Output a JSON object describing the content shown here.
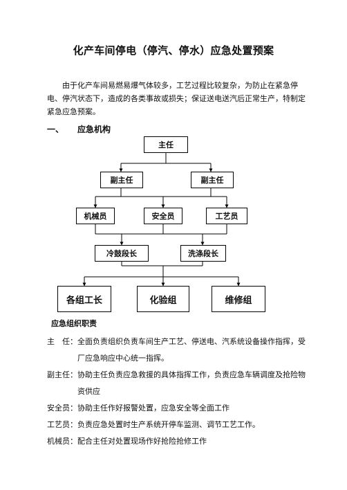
{
  "document": {
    "title": "化产车间停电（停汽、停水）应急处置预案",
    "intro": "由于化产车间易燃易爆气体较多，工艺过程比较复杂，为防止在紧急停电、停汽状态下，造成的各类事故或损失；保证送电送汽后正常生产，特制定紧急应急预案。",
    "section1": {
      "number": "一、",
      "title": "应急机构"
    }
  },
  "org_chart": {
    "director": "主任",
    "deputy_left": "副主任",
    "deputy_right": "副主任",
    "mechanic": "机械员",
    "safety": "安全员",
    "process": "工艺员",
    "cooling_section": "冷鼓段长",
    "washing_section": "洗涤段长",
    "team_leaders": "各组工长",
    "lab_team": "化验组",
    "maintenance_team": "维修组"
  },
  "duties": {
    "title": "应急组织职责",
    "items": [
      {
        "role": "主　任：",
        "text": "全面负责组织负责车间生产工艺、停送电、汽系统设备操作指挥，受厂应急响应中心统一指挥。"
      },
      {
        "role": "副主任：",
        "text": "协助主任负责应急救援的具体指挥工作，负责应急车辆调度及抢险物资供应"
      },
      {
        "role": "安全员：",
        "text": "协助主任作好报警处置，应急安全等全面工作"
      },
      {
        "role": "工艺员：",
        "text": "负责应急处置时生产系统开停车监测、调节工艺工作。"
      },
      {
        "role": "机械员：",
        "text": "配合主任对处置现场作好抢险抢修工作"
      }
    ]
  }
}
